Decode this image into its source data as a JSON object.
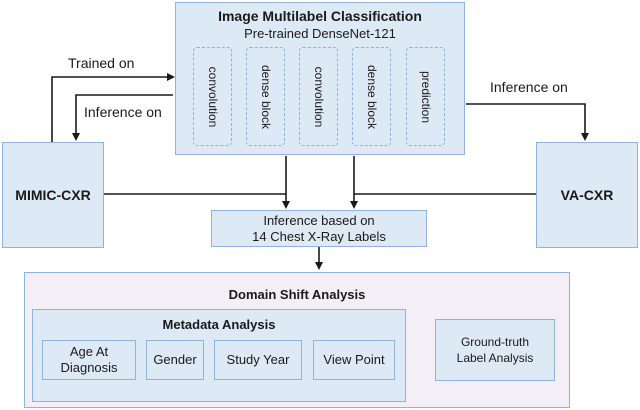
{
  "top": {
    "title": "Image Multilabel Classification",
    "subtitle": "Pre-trained DenseNet-121",
    "steps": [
      "convolution",
      "dense block",
      "convolution",
      "dense block",
      "prediction"
    ]
  },
  "left_box": "MIMIC-CXR",
  "right_box": "VA-CXR",
  "edge_labels": {
    "trained_on": "Trained on",
    "inference_on_left": "Inference on",
    "inference_on_right": "Inference on"
  },
  "inference_box": "Inference based on\n14 Chest X-Ray Labels",
  "domain_shift": {
    "title": "Domain Shift Analysis",
    "metadata_title": "Metadata Analysis",
    "metadata_items": [
      "Age At\nDiagnosis",
      "Gender",
      "Study Year",
      "View Point"
    ],
    "ground_truth": "Ground-truth\nLabel Analysis"
  }
}
